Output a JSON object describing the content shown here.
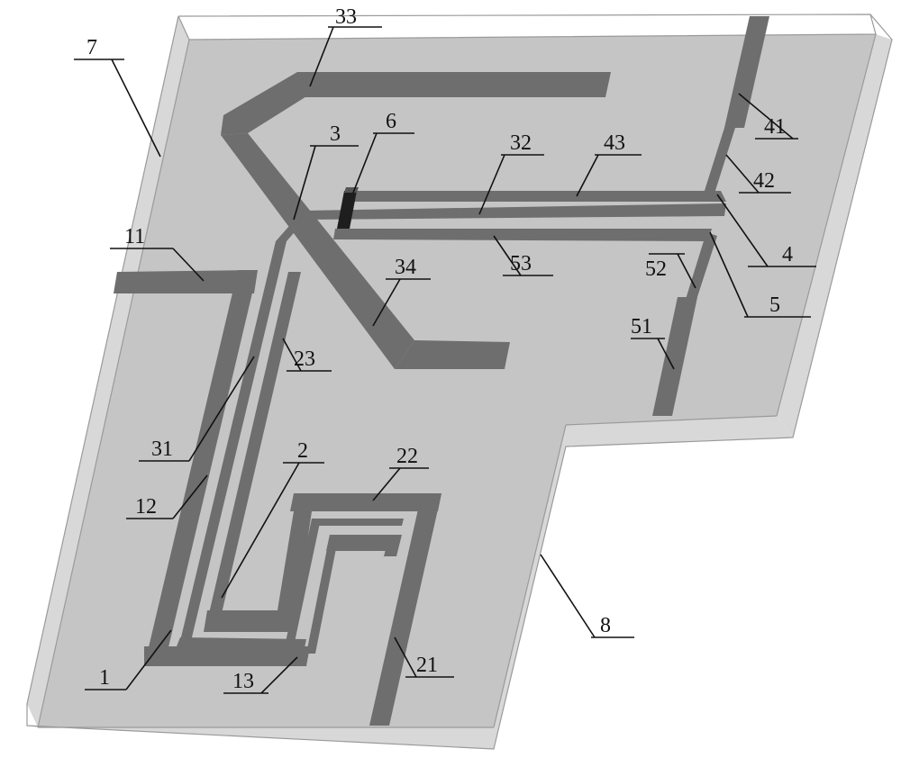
{
  "diagram": {
    "colors": {
      "substrate_top": "#c5c5c5",
      "substrate_side": "#d8d8d8",
      "trace": "#6e6e6e",
      "component": "#1e1e1e",
      "label": "#111111"
    },
    "labels": [
      {
        "id": "7",
        "text": "7"
      },
      {
        "id": "33",
        "text": "33"
      },
      {
        "id": "3",
        "text": "3"
      },
      {
        "id": "6",
        "text": "6"
      },
      {
        "id": "32",
        "text": "32"
      },
      {
        "id": "43",
        "text": "43"
      },
      {
        "id": "41",
        "text": "41"
      },
      {
        "id": "42",
        "text": "42"
      },
      {
        "id": "4",
        "text": "4"
      },
      {
        "id": "5",
        "text": "5"
      },
      {
        "id": "11",
        "text": "11"
      },
      {
        "id": "34",
        "text": "34"
      },
      {
        "id": "53",
        "text": "53"
      },
      {
        "id": "52",
        "text": "52"
      },
      {
        "id": "51",
        "text": "51"
      },
      {
        "id": "23",
        "text": "23"
      },
      {
        "id": "31",
        "text": "31"
      },
      {
        "id": "2",
        "text": "2"
      },
      {
        "id": "22",
        "text": "22"
      },
      {
        "id": "12",
        "text": "12"
      },
      {
        "id": "8",
        "text": "8"
      },
      {
        "id": "21",
        "text": "21"
      },
      {
        "id": "1",
        "text": "1"
      },
      {
        "id": "13",
        "text": "13"
      }
    ]
  }
}
